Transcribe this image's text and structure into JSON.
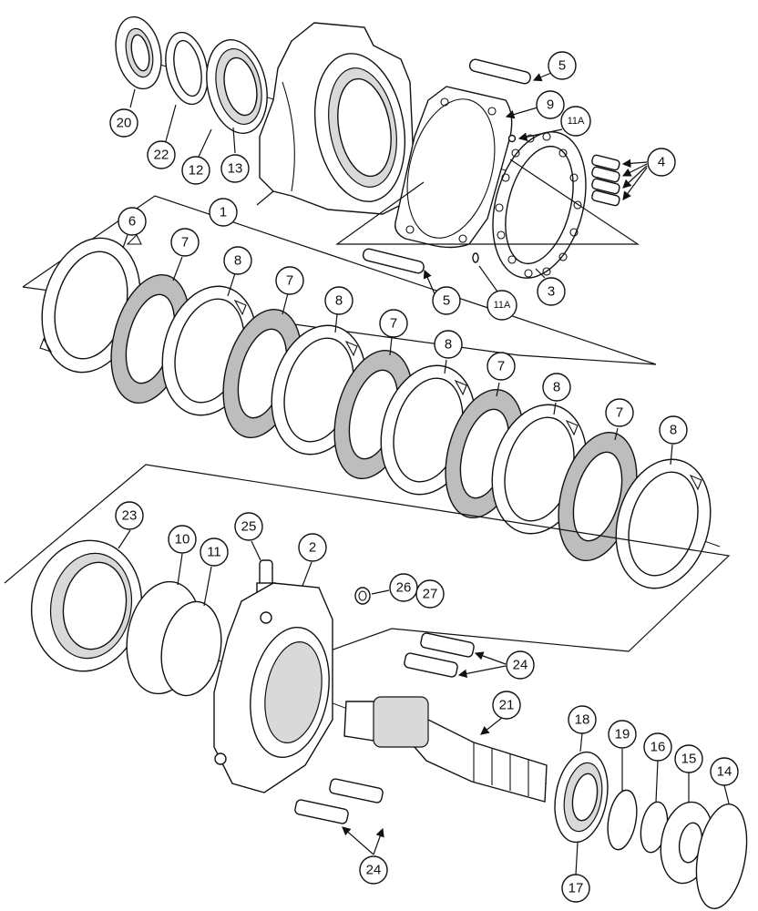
{
  "callouts": {
    "c20": "20",
    "c22": "22",
    "c12": "12",
    "c13": "13",
    "c1": "1",
    "c5a": "5",
    "c9": "9",
    "c11a_top": "11A",
    "c4": "4",
    "c3": "3",
    "c5b": "5",
    "c11a_bottom": "11A",
    "c6": "6",
    "c7a": "7",
    "c7b": "7",
    "c7c": "7",
    "c7d": "7",
    "c7e": "7",
    "c8a": "8",
    "c8b": "8",
    "c8c": "8",
    "c8d": "8",
    "c8e": "8",
    "c23": "23",
    "c10": "10",
    "c11": "11",
    "c25": "25",
    "c2": "2",
    "c26": "26",
    "c27": "27",
    "c24a": "24",
    "c21": "21",
    "c18": "18",
    "c19": "19",
    "c16": "16",
    "c15": "15",
    "c14": "14",
    "c17": "17",
    "c24b": "24"
  }
}
